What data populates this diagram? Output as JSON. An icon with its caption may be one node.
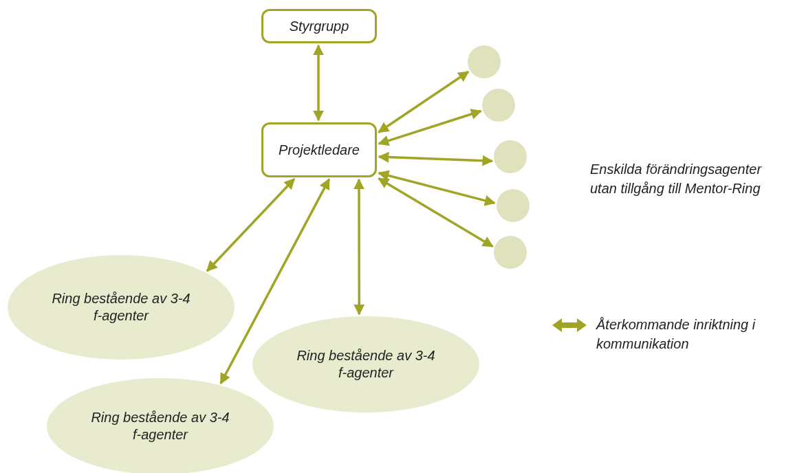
{
  "diagram": {
    "nodes": [
      {
        "text": [
          "Styrgrupp"
        ]
      },
      {
        "text": [
          "Projektledare"
        ]
      },
      {
        "text": [],
        "shape": "circle"
      },
      {
        "text": [],
        "shape": "circle"
      },
      {
        "text": [],
        "shape": "circle"
      },
      {
        "text": [],
        "shape": "circle"
      },
      {
        "text": [],
        "shape": "circle"
      },
      {
        "text": [
          "Ring bestående av 3-4 f-agenter"
        ]
      },
      {
        "text": [
          "Ring bestående av 3-4 f-agenter"
        ]
      },
      {
        "text": [
          "Ring bestående av 3-4 f-agenter"
        ]
      }
    ],
    "edges": [
      {
        "from": 0,
        "to": 1,
        "arrow": "both"
      },
      {
        "from": 1,
        "to": 2,
        "arrow": "both"
      },
      {
        "from": 1,
        "to": 3,
        "arrow": "both"
      },
      {
        "from": 1,
        "to": 4,
        "arrow": "both"
      },
      {
        "from": 1,
        "to": 5,
        "arrow": "both"
      },
      {
        "from": 1,
        "to": 6,
        "arrow": "both"
      },
      {
        "from": 1,
        "to": 7,
        "arrow": "both"
      },
      {
        "from": 1,
        "to": 9,
        "arrow": "both"
      },
      {
        "from": 1,
        "to": 8,
        "arrow": "both"
      }
    ],
    "labels": [
      "Enskilda förändringsagenter utan tillgång till Mentor-Ring"
    ],
    "legend": [
      {
        "text": "Återkommande inriktning i kommunikation"
      }
    ]
  }
}
